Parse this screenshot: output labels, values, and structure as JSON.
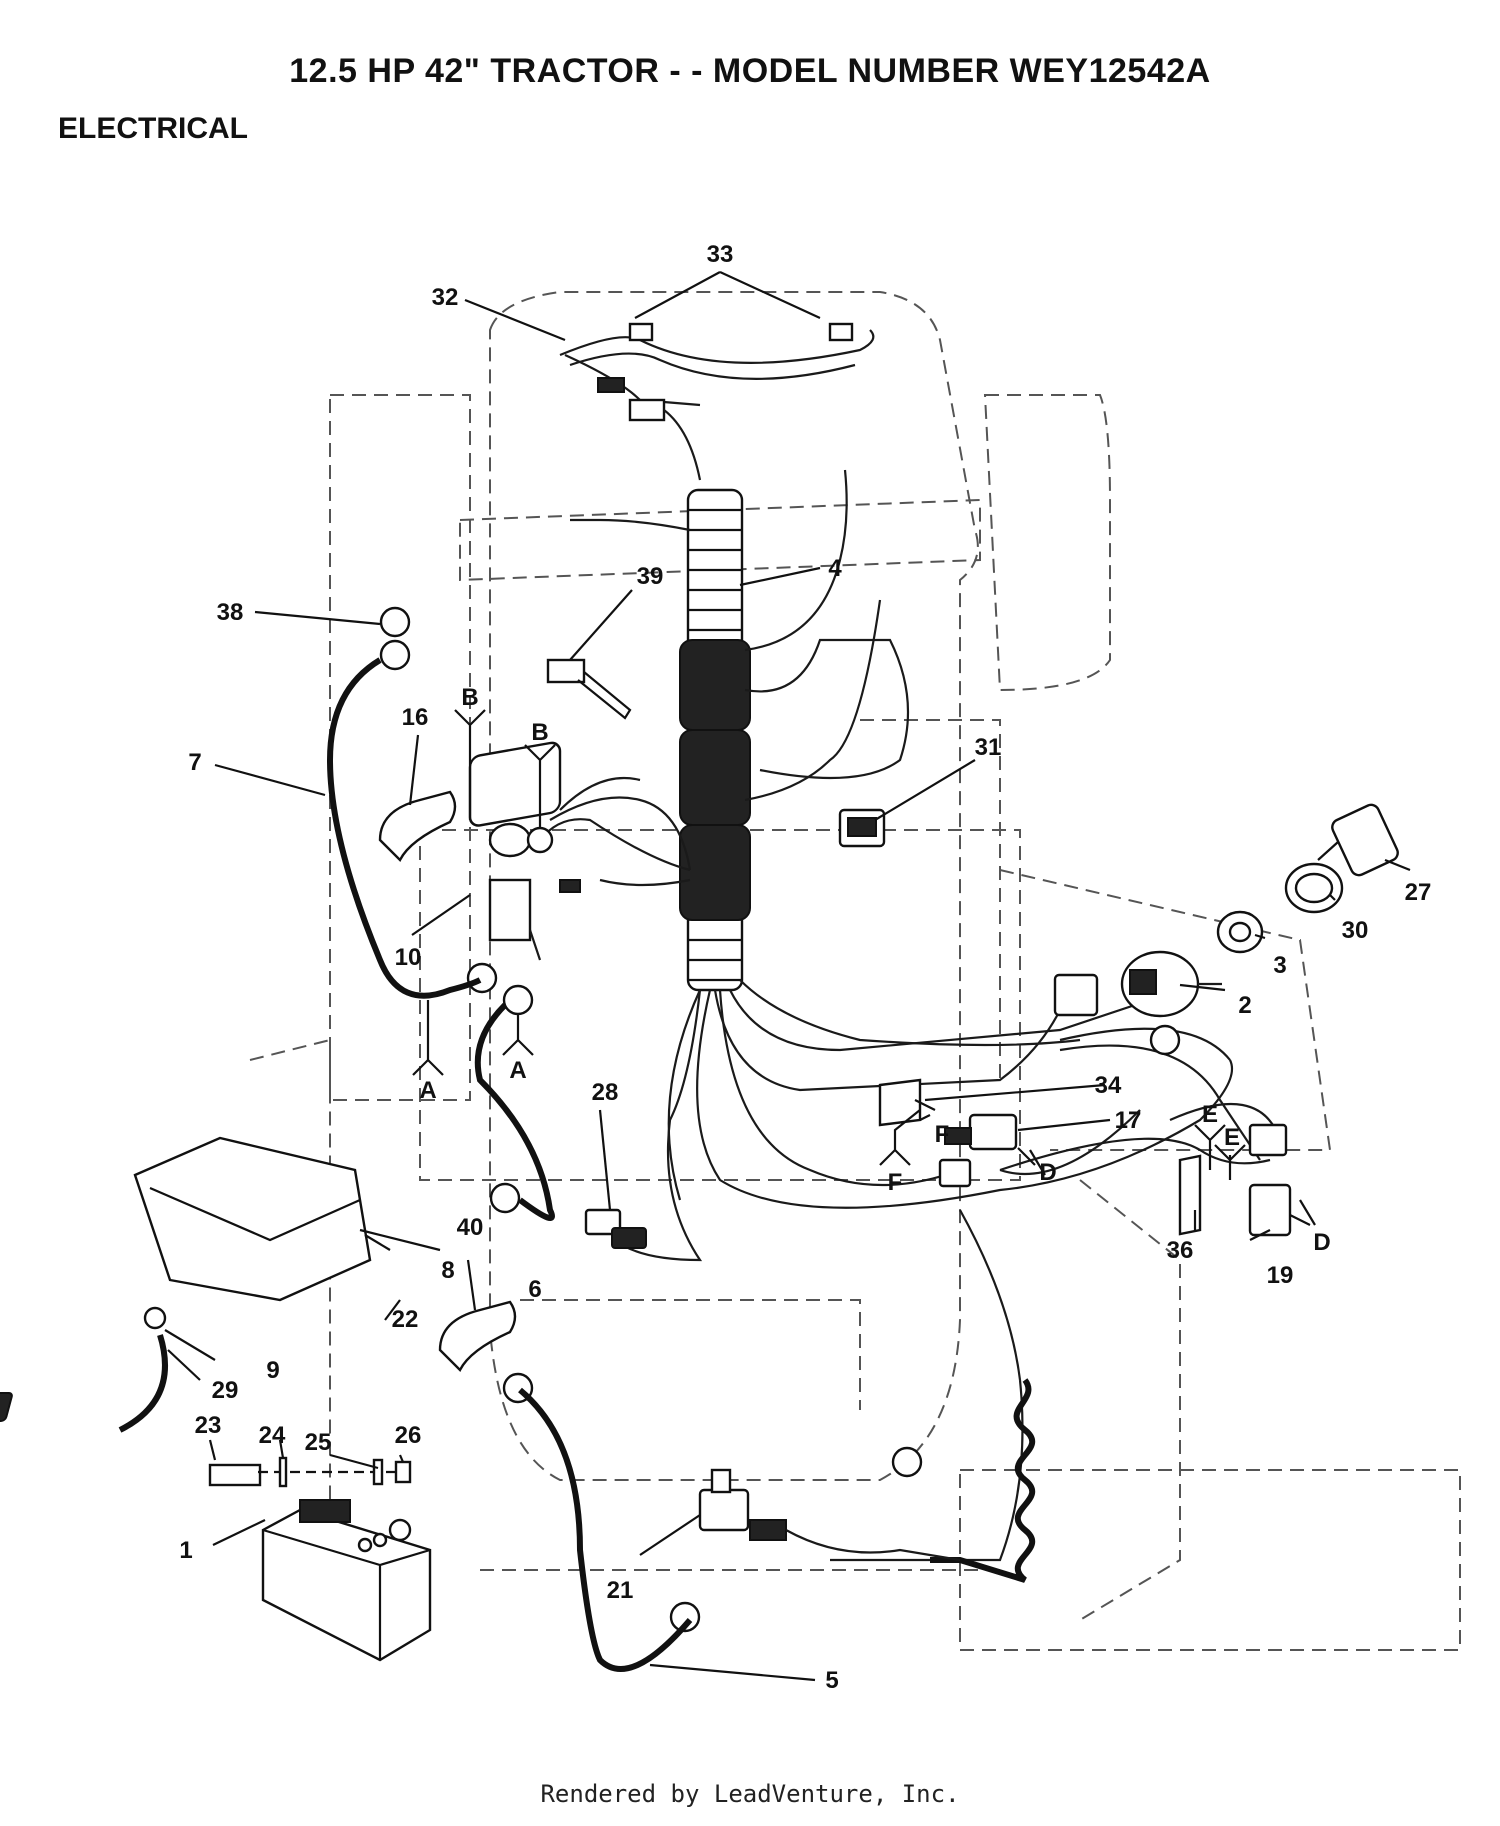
{
  "title": "12.5 HP 42\"   TRACTOR - - MODEL NUMBER WEY12542A",
  "section": "ELECTRICAL",
  "footer": "Rendered by LeadVenture, Inc.",
  "callouts": {
    "c1": "1",
    "c2": "2",
    "c3": "3",
    "c4": "4",
    "c5": "5",
    "c6": "6",
    "c7": "7",
    "c8": "8",
    "c9": "9",
    "c10": "10",
    "c16": "16",
    "c17": "17",
    "c19": "19",
    "c21": "21",
    "c22": "22",
    "c23": "23",
    "c24": "24",
    "c25": "25",
    "c26": "26",
    "c27": "27",
    "c28": "28",
    "c29": "29",
    "c30": "30",
    "c31": "31",
    "c32": "32",
    "c33": "33",
    "c34": "34",
    "c36": "36",
    "c38": "38",
    "c39": "39",
    "c40": "40"
  },
  "connector_refs": {
    "a1": "A",
    "a2": "A",
    "b1": "B",
    "b2": "B",
    "d1": "D",
    "d2": "D",
    "e1": "E",
    "e2": "E",
    "f1": "F",
    "f2": "F"
  }
}
